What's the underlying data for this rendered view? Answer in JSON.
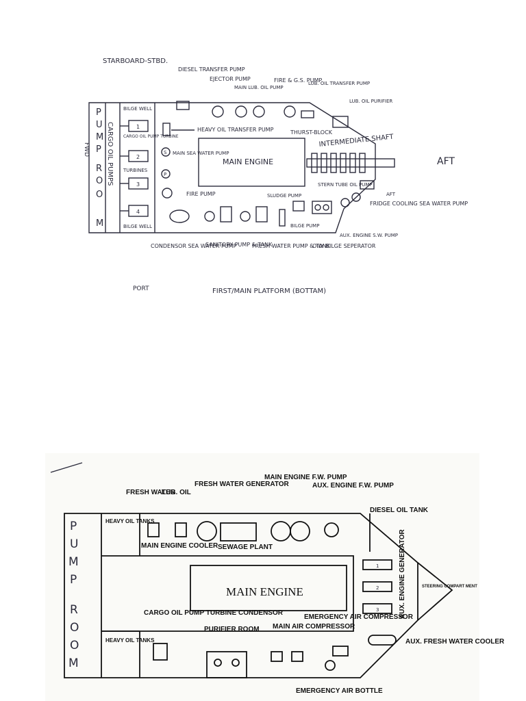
{
  "top": {
    "starboard": "STARBOARD-STBD.",
    "port": "PORT",
    "fwd": "FWD",
    "aft": "AFT",
    "aft_small": "AFT",
    "caption": "FIRST/MAIN PLATFORM (BOTTAM)",
    "pump_room_letters": [
      "P",
      "U",
      "M",
      "P",
      "R",
      "O",
      "O",
      "M"
    ],
    "cargo_oil_pumps": "CARGO OIL PUMPS",
    "bilge_well": "BILGE WELL",
    "cargo_oil_pump_turbine": "CARGO OIL PUMP TURBINE",
    "turbines": "TURBINES",
    "turbine_numbers": [
      "1",
      "2",
      "3",
      "4"
    ],
    "main_engine": "MAIN ENGINE",
    "diesel_transfer_pump": "DIESEL TRANSFER PUMP",
    "ejector_pump": "EJECTOR PUMP",
    "main_lub_oil_pump": "MAIN LUB. OIL PUMP",
    "fire_gs_pump": "FIRE & G.S. PUMP",
    "lub_oil_transfer_pump": "LUB. OIL TRANSFER PUMP",
    "lub_oil_purifier": "LUB. OIL PURIFIER",
    "heavy_oil_transfer_pump": "HEAVY OIL TRANSFER PUMP",
    "thurst_block": "THURST-BLOCK",
    "intermediate_shaft": "INTERMEDIATE SHAFT",
    "main_sea_water_pump": "MAIN SEA WATER PUMP",
    "fire_pump": "FIRE PUMP",
    "sludge_pump": "SLUDGE PUMP",
    "stern_tube_oil_pump": "STERN TUBE OIL PUMP",
    "fridge_cooling_sea_water_pump": "FRIDGE COOLING SEA WATER PUMP",
    "condensor_sea_water_pump": "CONDENSOR SEA WATER PUMP",
    "sanitory_pump_tank": "SANITORY PUMP & TANK",
    "fresh_water_pump_tank": "FRESH WATER PUMP & TANK",
    "bilge_pump": "BILGE PUMP",
    "oily_bilge_seperator": "OILY BILGE SEPERATOR",
    "aux_engine_sw_pump": "AUX. ENGINE S.W. PUMP",
    "marker_s": "S",
    "marker_p": "P"
  },
  "bottom": {
    "pump_room_letters": [
      "P",
      "U",
      "M",
      "P",
      "R",
      "O",
      "O",
      "M"
    ],
    "heavy_oil_tanks": "HEAVY OIL TANKS",
    "fresh_water": "FRESH WATER",
    "lub_oil": "LUB. OIL",
    "fresh_water_generator": "FRESH WATER GENERATOR",
    "main_engine_fw_pump": "MAIN ENGINE F.W. PUMP",
    "aux_engine_fw_pump": "AUX. ENGINE F.W. PUMP",
    "diesel_oil_tank": "DIESEL OIL TANK",
    "main_engine_cooler": "MAIN ENGINE COOLER",
    "sewage_plant": "SEWAGE PLANT",
    "main_engine": "MAIN ENGINE",
    "aux_engine_generator": "AUX. ENGINE GENERATOR",
    "generator_numbers": [
      "1",
      "2",
      "3"
    ],
    "steering_compartment": "STEERING COMPART MENT",
    "cargo_oil_pump_turbine_condensor": "CARGO OIL PUMP TURBINE CONDENSOR",
    "purifier_room": "PURIFIER ROOM",
    "main_air_compressor": "MAIN AIR COMPRESSOR",
    "emergency_air_compressor": "EMERGENCY AIR COMPRESSOR",
    "aux_fresh_water_cooler": "AUX. FRESH WATER COOLER",
    "emergency_air_bottle": "EMERGENCY AIR BOTTLE"
  }
}
